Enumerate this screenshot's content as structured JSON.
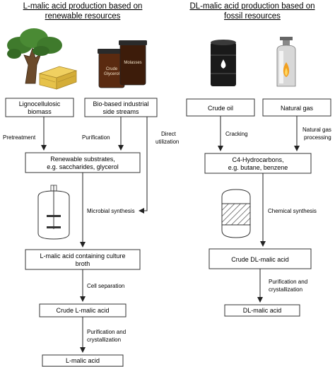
{
  "left": {
    "title_line1": "L-malic acid production based on",
    "title_line2": "renewable resources",
    "box_lignocellulosic_1": "Lignocellulosic",
    "box_lignocellulosic_2": "biomass",
    "box_biobased_1": "Bio-based industrial",
    "box_biobased_2": "side streams",
    "jar_glycerol_1": "Crude",
    "jar_glycerol_2": "Glycerol",
    "jar_molasses": "Molasses",
    "label_pretreatment": "Pretreatment",
    "label_purification": "Purification",
    "label_direct_1": "Direct",
    "label_direct_2": "utilization",
    "box_substrates_1": "Renewable substrates,",
    "box_substrates_2": "e.g. saccharides, glycerol",
    "label_microbial": "Microbial synthesis",
    "box_broth_1": "L-malic acid containing culture",
    "box_broth_2": "broth",
    "label_cell_separation": "Cell separation",
    "box_crude": "Crude L-malic acid",
    "label_purif_cryst_1": "Purification and",
    "label_purif_cryst_2": "crystallization",
    "box_final": "L-malic acid"
  },
  "right": {
    "title_line1": "DL-malic acid production based on",
    "title_line2": "fossil resources",
    "box_crude_oil": "Crude oil",
    "box_natural_gas": "Natural gas",
    "label_cracking": "Cracking",
    "label_ng_processing_1": "Natural gas",
    "label_ng_processing_2": "processing",
    "box_c4_1": "C4-Hydrocarbons,",
    "box_c4_2": "e.g. butane, benzene",
    "label_chemical": "Chemical synthesis",
    "box_crude": "Crude DL-malic acid",
    "label_purif_cryst_1": "Purification and",
    "label_purif_cryst_2": "crystallization",
    "box_final": "DL-malic acid"
  },
  "colors": {
    "tree_green": "#3f7a2c",
    "trunk_brown": "#6b4a2b",
    "straw_yellow": "#e6c24a",
    "jar_brown": "#5a2a10",
    "barrel_black": "#1a1a1a",
    "flame_orange": "#f2a020"
  }
}
